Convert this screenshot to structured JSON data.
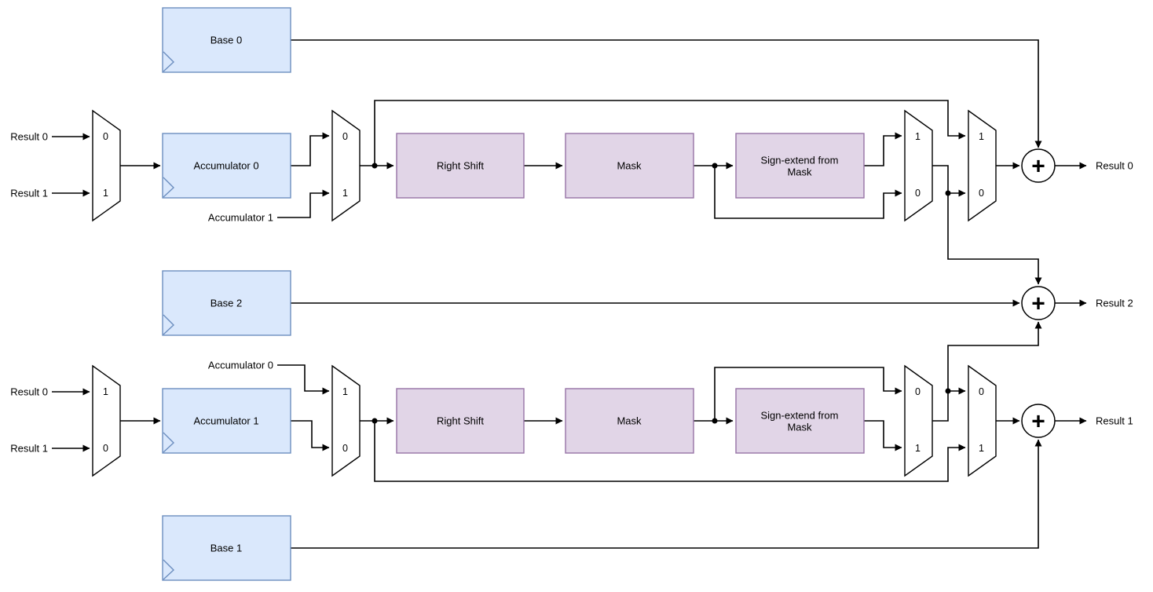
{
  "diagram": {
    "colors": {
      "register_fill": "#dae8fc",
      "register_stroke": "#6c8ebf",
      "op_fill": "#e1d5e7",
      "op_stroke": "#9673a6",
      "wire": "#000000",
      "text": "#000000",
      "background": "#ffffff"
    },
    "registers": {
      "base0": "Base 0",
      "acc0": "Accumulator 0",
      "base2": "Base 2",
      "acc1": "Accumulator 1",
      "base1": "Base 1"
    },
    "ops": {
      "right_shift": "Right Shift",
      "mask": "Mask",
      "sign_extend_line1": "Sign-extend from",
      "sign_extend_line2": "Mask"
    },
    "mux_ports": {
      "zero": "0",
      "one": "1"
    },
    "input_labels": {
      "result0": "Result 0",
      "result1": "Result 1"
    },
    "output_labels": {
      "result0": "Result 0",
      "result2": "Result 2",
      "result1": "Result 1"
    },
    "wire_labels": {
      "accumulator1": "Accumulator 1",
      "accumulator0": "Accumulator 0"
    },
    "adder_symbol": "+"
  }
}
